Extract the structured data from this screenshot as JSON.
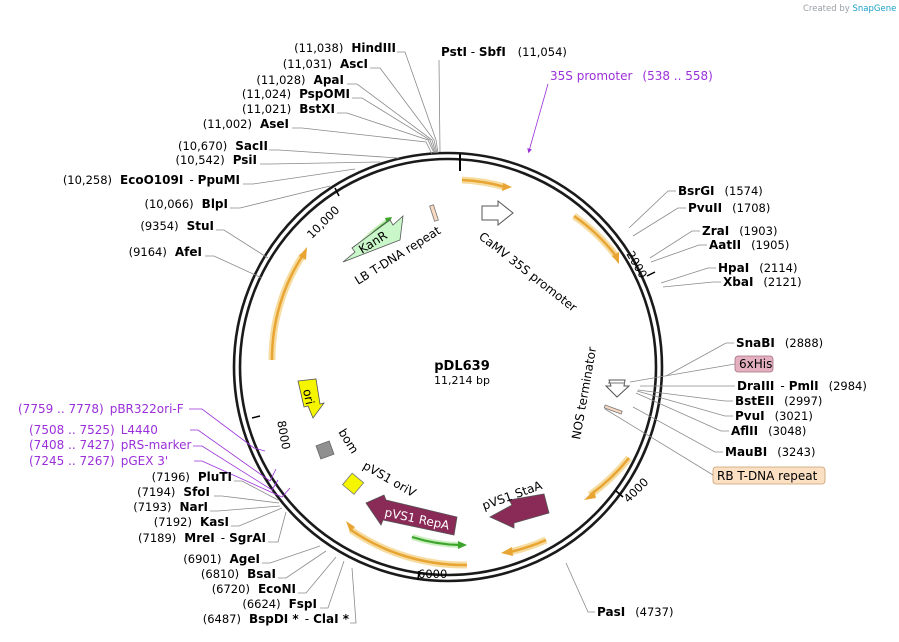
{
  "credit": {
    "prefix": "Created by",
    "brand": "SnapGene"
  },
  "plasmid": {
    "name": "pDL639",
    "length": "11,214 bp"
  },
  "ticks": [
    "2000",
    "4000",
    "6000",
    "8000",
    "10,000"
  ],
  "sites_left": [
    {
      "pos": "(11,038)",
      "name": "HindIII"
    },
    {
      "pos": "(11,031)",
      "name": "AscI"
    },
    {
      "pos": "(11,028)",
      "name": "ApaI"
    },
    {
      "pos": "(11,024)",
      "name": "PspOMI"
    },
    {
      "pos": "(11,021)",
      "name": "BstXI"
    },
    {
      "pos": "(11,002)",
      "name": "AseI"
    },
    {
      "pos": "(10,670)",
      "name": "SacII"
    },
    {
      "pos": "(10,542)",
      "name": "PsiI"
    },
    {
      "pos": "(10,258)",
      "name": "EcoO109I",
      "name2": "PpuMI"
    },
    {
      "pos": "(10,066)",
      "name": "BlpI"
    },
    {
      "pos": "(9354)",
      "name": "StuI"
    },
    {
      "pos": "(9164)",
      "name": "AfeI"
    },
    {
      "pos": "(7196)",
      "name": "PluTI"
    },
    {
      "pos": "(7194)",
      "name": "SfoI"
    },
    {
      "pos": "(7193)",
      "name": "NarI"
    },
    {
      "pos": "(7192)",
      "name": "KasI"
    },
    {
      "pos": "(7189)",
      "name": "MreI",
      "name2": "SgrAI"
    },
    {
      "pos": "(6901)",
      "name": "AgeI"
    },
    {
      "pos": "(6810)",
      "name": "BsaI"
    },
    {
      "pos": "(6720)",
      "name": "EcoNI"
    },
    {
      "pos": "(6624)",
      "name": "FspI"
    },
    {
      "pos": "(6487)",
      "name": "BspDI *",
      "name2": "ClaI *"
    }
  ],
  "sites_right": [
    {
      "name": "BsrGI",
      "pos": "(1574)"
    },
    {
      "name": "PvuII",
      "pos": "(1708)"
    },
    {
      "name": "ZraI",
      "pos": "(1903)"
    },
    {
      "name": "AatII",
      "pos": "(1905)"
    },
    {
      "name": "HpaI",
      "pos": "(2114)"
    },
    {
      "name": "XbaI",
      "pos": "(2121)"
    },
    {
      "name": "SnaBI",
      "pos": "(2888)"
    },
    {
      "name": "DraIII",
      "name2": "PmlI",
      "pos": "(2984)"
    },
    {
      "name": "BstEII",
      "pos": "(2997)"
    },
    {
      "name": "PvuI",
      "pos": "(3021)"
    },
    {
      "name": "AflII",
      "pos": "(3048)"
    },
    {
      "name": "MauBI",
      "pos": "(3243)"
    },
    {
      "name": "PasI",
      "pos": "(4737)"
    }
  ],
  "top_site": {
    "name": "PstI",
    "name2": "SbfI",
    "pos": "(11,054)"
  },
  "primers": [
    {
      "name": "35S promoter",
      "range": "(538 .. 558)"
    },
    {
      "name": "pBR322ori-F",
      "range": "(7759 .. 7778)"
    },
    {
      "name": "L4440",
      "range": "(7508 .. 7525)"
    },
    {
      "name": "pRS-marker",
      "range": "(7408 .. 7427)"
    },
    {
      "name": "pGEX 3'",
      "range": "(7245 .. 7267)"
    }
  ],
  "features": {
    "camv": "CaMV 35S promoter",
    "nos": "NOS terminator",
    "lb": "LB T-DNA repeat",
    "kanr": "KanR",
    "ori": "ori",
    "bom": "bom",
    "pvs1_ori": "pVS1 oriV",
    "repa": "pVS1 RepA",
    "staa": "pVS1 StaA"
  },
  "boxed_labels": {
    "his": "6xHis",
    "rb": "RB T-DNA repeat"
  },
  "colors": {
    "backbone": "#1a1a1a",
    "orange_arrow": "#e8a533",
    "orange_halo": "#f6dca0",
    "kanr_fill": "#c9f7c9",
    "ori_fill": "#f5f500",
    "repa_fill": "#8a2a56",
    "primer": "#9b30d9",
    "bom_fill": "#909090",
    "green": "#3aa52a",
    "his_fill": "#e4b0c0",
    "rb_fill": "#fbe0c3"
  }
}
